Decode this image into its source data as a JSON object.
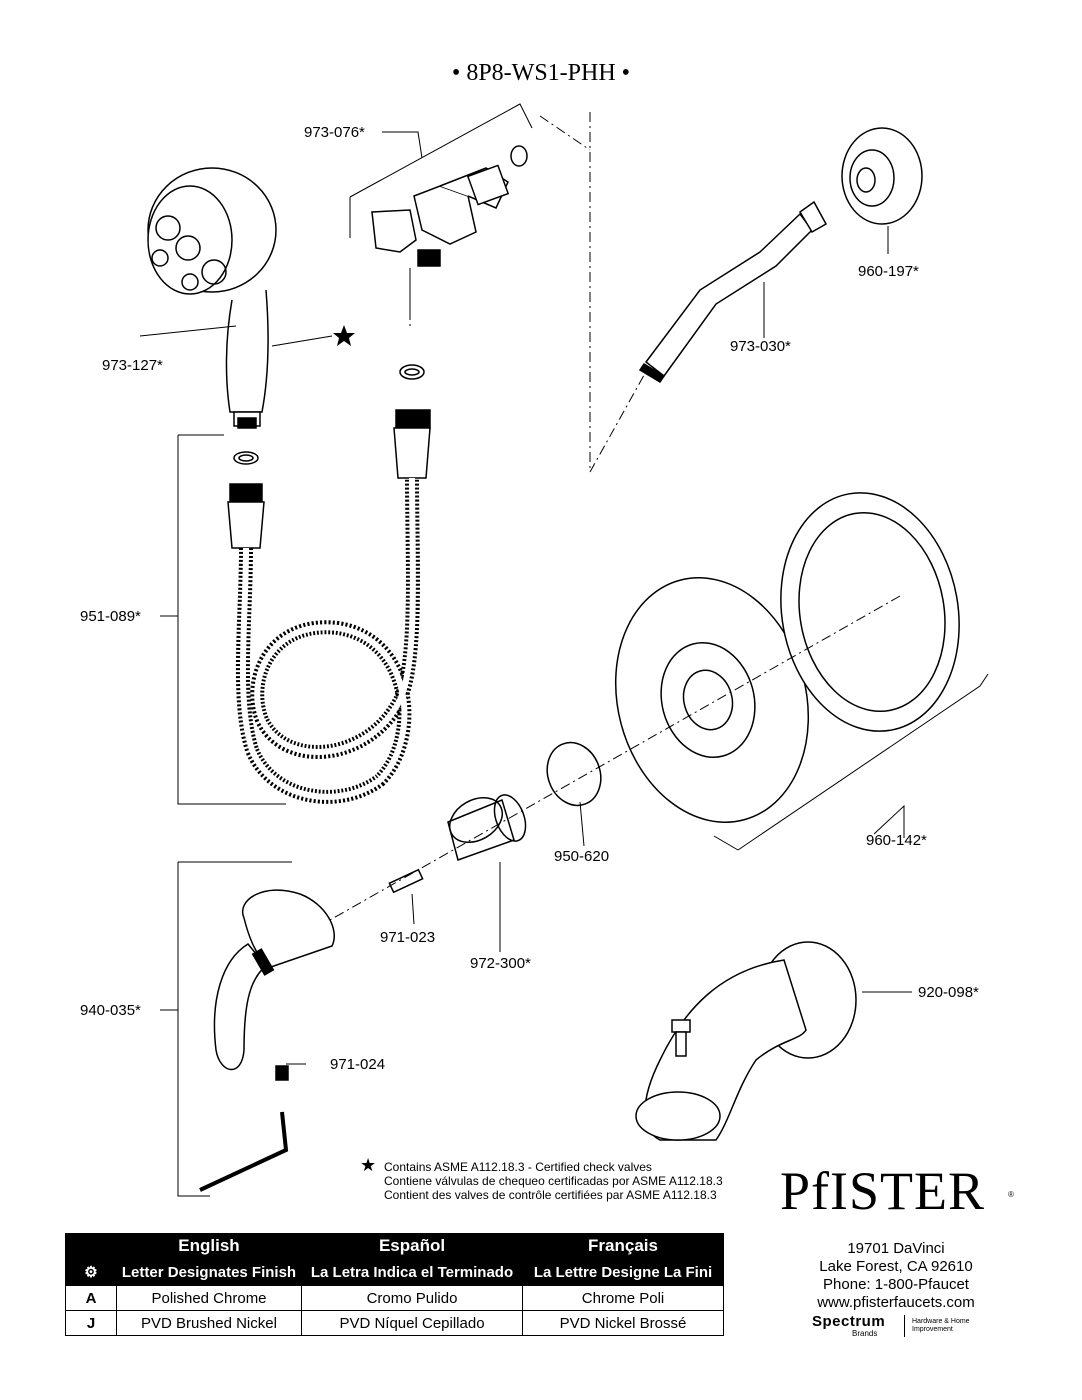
{
  "title": "• 8P8-WS1-PHH •",
  "parts": {
    "p973_076": "973-076*",
    "p973_127": "973-127*",
    "p960_197": "960-197*",
    "p973_030": "973-030*",
    "p951_089": "951-089*",
    "p960_142": "960-142*",
    "p950_620": "950-620",
    "p971_023": "971-023",
    "p972_300": "972-300*",
    "p940_035": "940-035*",
    "p971_024": "971-024",
    "p920_098": "920-098*"
  },
  "note": {
    "star_icon": "star",
    "en": "Contains ASME A112.18.3 - Certified check valves",
    "es": "Contiene válvulas de chequeo certificadas por ASME A112.18.3",
    "fr": "Contient des valves de contrôle certifiées par ASME A112.18.3"
  },
  "legend": {
    "lang_en": "English",
    "lang_es": "Español",
    "lang_fr": "Français",
    "symbol_icon": "gear-icon",
    "desc_en": "Letter Designates Finish",
    "desc_es": "La Letra Indica el Terminado",
    "desc_fr": "La Lettre Designe La Fini",
    "rows": [
      {
        "code": "A",
        "en": "Polished Chrome",
        "es": "Cromo Pulido",
        "fr": "Chrome Poli"
      },
      {
        "code": "J",
        "en": "PVD Brushed Nickel",
        "es": "PVD Níquel Cepillado",
        "fr": "PVD Nickel Brossé"
      }
    ]
  },
  "brand": {
    "name": "PfISTER",
    "reg": "®",
    "address1": "19701 DaVinci",
    "address2": "Lake Forest, CA 92610",
    "phone": "Phone: 1-800-Pfaucet",
    "website": "www.pfisterfaucets.com",
    "parent": "Spectrum",
    "parent_sub": "Brands",
    "parent_division": "Hardware & Home Improvement"
  }
}
